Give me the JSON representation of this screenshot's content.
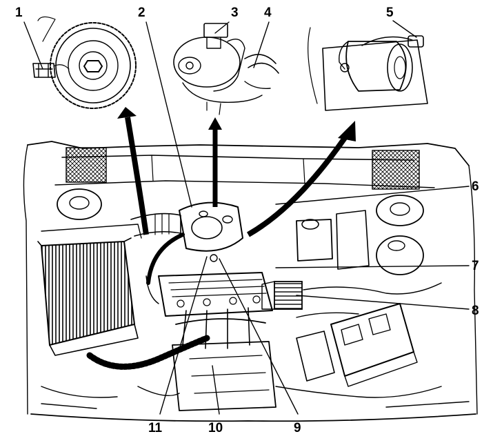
{
  "colors": {
    "ink": "#000000",
    "paper": "#ffffff"
  },
  "callouts": [
    {
      "id": "1",
      "label": "1"
    },
    {
      "id": "2",
      "label": "2"
    },
    {
      "id": "3",
      "label": "3"
    },
    {
      "id": "4",
      "label": "4"
    },
    {
      "id": "5",
      "label": "5"
    },
    {
      "id": "6",
      "label": "6"
    },
    {
      "id": "7",
      "label": "7"
    },
    {
      "id": "8",
      "label": "8"
    },
    {
      "id": "9",
      "label": "9"
    },
    {
      "id": "10",
      "label": "10"
    },
    {
      "id": "11",
      "label": "11"
    }
  ]
}
